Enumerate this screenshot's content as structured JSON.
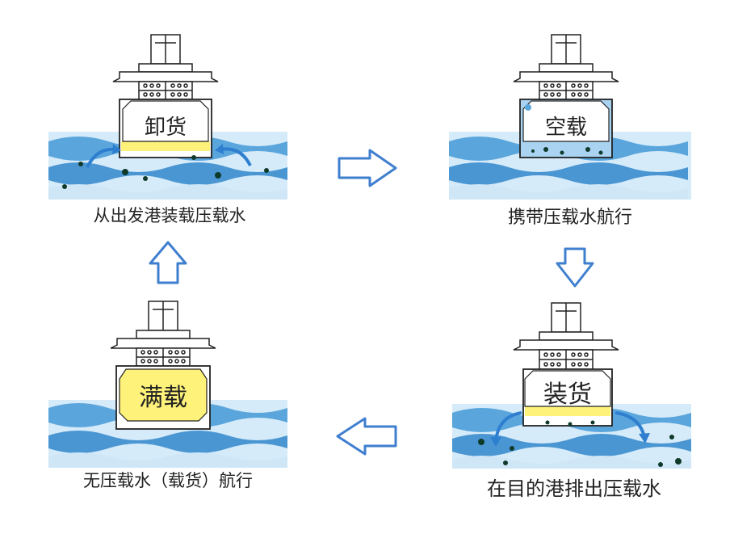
{
  "colors": {
    "water_light": "#cfe6f7",
    "water_band": "#5aa6dc",
    "water_dark": "#3b86c8",
    "ballast": "#a9d3f0",
    "cargo": "#fff27a",
    "arrow_stroke": "#3f7fcf",
    "dots": "#0f3a2a"
  },
  "panels": [
    {
      "id": "top-left",
      "hold_label": "卸货",
      "caption": "从出发港装载压载水",
      "hold_state": "unloading"
    },
    {
      "id": "top-right",
      "hold_label": "空载",
      "caption": "携带压载水航行",
      "hold_state": "ballast"
    },
    {
      "id": "bottom-right",
      "hold_label": "装货",
      "caption": "在目的港排出压载水",
      "hold_state": "loading"
    },
    {
      "id": "bottom-left",
      "hold_label": "满载",
      "caption": "无压载水（载货）航行",
      "hold_state": "full"
    }
  ],
  "flow_arrows": [
    {
      "id": "arrow-right",
      "direction": "right"
    },
    {
      "id": "arrow-down",
      "direction": "down"
    },
    {
      "id": "arrow-left",
      "direction": "left"
    },
    {
      "id": "arrow-up",
      "direction": "up"
    }
  ]
}
